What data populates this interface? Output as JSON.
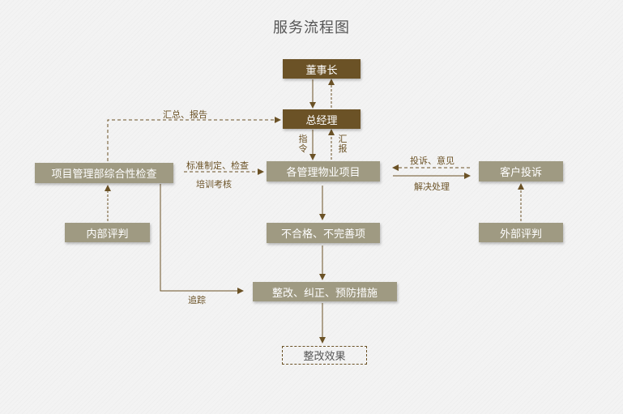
{
  "title": "服务流程图",
  "nodes": {
    "chairman": "董事长",
    "gm": "总经理",
    "project_dept": "项目管理部综合性检查",
    "property_projects": "各管理物业项目",
    "customer_complaint": "客户投诉",
    "internal_review": "内部评判",
    "external_review": "外部评判",
    "nonconform": "不合格、不完善项",
    "rectify": "整改、纠正、预防措施",
    "result": "整改效果"
  },
  "labels": {
    "summary_report": "汇总、报告",
    "standards": "标准制定、检查",
    "training": "培训考核",
    "instruction": "指令",
    "report": "汇报",
    "complaint_feedback": "投诉、意见",
    "resolve": "解决处理",
    "track": "追踪"
  },
  "colors": {
    "dark_node": "#6b5226",
    "grey_node": "#9f9a82",
    "line": "#6b5226"
  }
}
